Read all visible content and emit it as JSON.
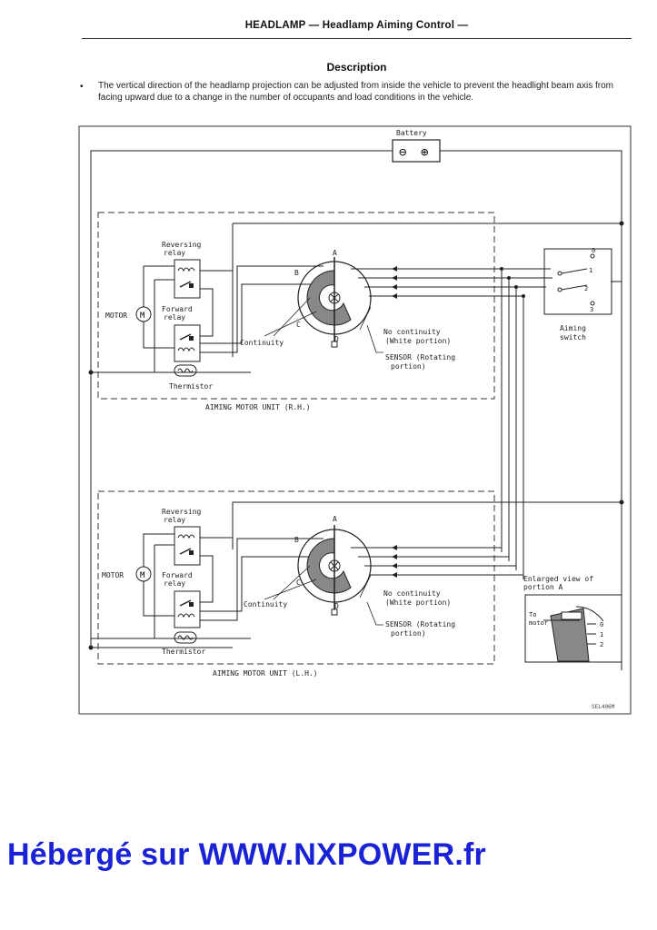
{
  "header": {
    "title": "HEADLAMP — Headlamp Aiming Control —"
  },
  "description": {
    "title": "Description",
    "bullet": "•",
    "text": "The vertical direction of the headlamp projection can be adjusted from inside the vehicle to prevent the headlight beam axis from facing upward due to a change in the number of occupants and load conditions in the vehicle."
  },
  "diagram": {
    "battery_label": "Battery",
    "battery_neg": "⊖",
    "battery_pos": "⊕",
    "upper_unit": {
      "reversing_relay": [
        "Reversing",
        "relay"
      ],
      "forward_relay": [
        "Forward",
        "relay"
      ],
      "motor": "MOTOR",
      "thermistor": "Thermistor",
      "continuity": "Continuity",
      "no_continuity": [
        "No continuity",
        "(White portion)"
      ],
      "sensor": [
        "SENSOR (Rotating",
        "portion)"
      ],
      "unit_label": "AIMING MOTOR UNIT (R.H.)",
      "point_a": "A",
      "point_b": "B",
      "point_c": "C",
      "point_d": "D"
    },
    "lower_unit": {
      "reversing_relay": [
        "Reversing",
        "relay"
      ],
      "forward_relay": [
        "Forward",
        "relay"
      ],
      "motor": "MOTOR",
      "thermistor": "Thermistor",
      "continuity": "Continuity",
      "no_continuity": [
        "No continuity",
        "(White portion)"
      ],
      "sensor": [
        "SENSOR (Rotating",
        "portion)"
      ],
      "unit_label": "AIMING MOTOR UNIT (L.H.)",
      "point_a": "A",
      "point_b": "B",
      "point_c": "C",
      "point_d": "D"
    },
    "aiming_switch": {
      "label": [
        "Aiming",
        "switch"
      ],
      "positions": [
        "0",
        "1",
        "2",
        "3"
      ]
    },
    "enlarged_view": {
      "title": [
        "Enlarged view of",
        "portion A"
      ],
      "to_motor": [
        "To",
        "motor"
      ],
      "positions": [
        "0",
        "1",
        "2"
      ]
    },
    "figure_code": "SEL406M"
  },
  "watermark": {
    "prefix": "Hébergé sur",
    "url": "WWW.NXPOWER.fr"
  }
}
